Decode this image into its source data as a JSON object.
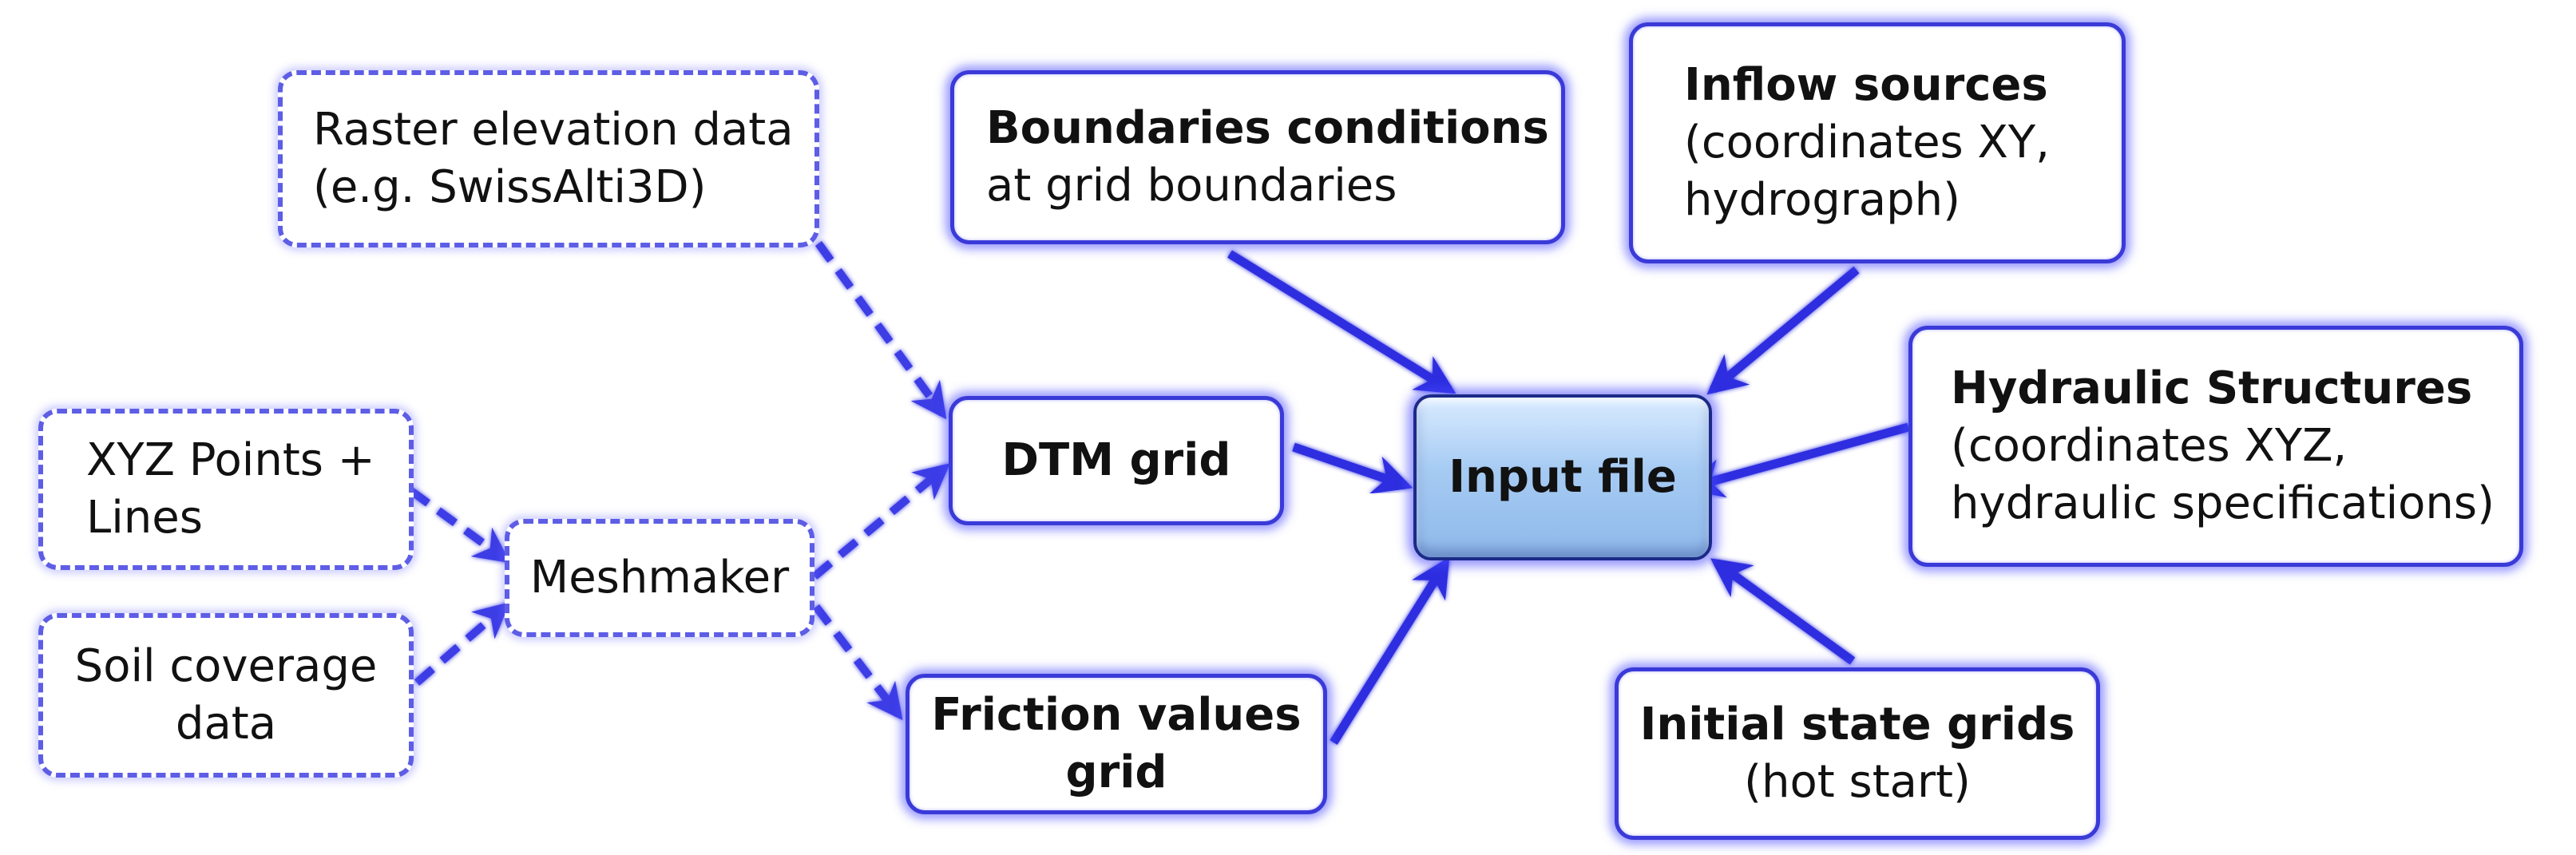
{
  "nodes": {
    "raster": {
      "lines": [
        "Raster elevation data",
        "(e.g. SwissAlti3D)"
      ]
    },
    "xyz": {
      "lines": [
        "XYZ Points +",
        "Lines"
      ]
    },
    "soil": {
      "lines": [
        "Soil coverage",
        "data"
      ]
    },
    "meshmaker": {
      "lines": [
        "Meshmaker"
      ]
    },
    "dtm": {
      "lines": [
        "DTM grid"
      ]
    },
    "friction": {
      "lines": [
        "Friction values",
        "grid"
      ]
    },
    "boundaries": {
      "title": "Boundaries conditions",
      "subtitle": "at grid boundaries"
    },
    "inflow": {
      "title": "Inflow sources",
      "subtitle_lines": [
        "(coordinates XY,",
        "hydrograph)"
      ]
    },
    "hydraulic": {
      "title": "Hydraulic Structures",
      "subtitle_lines": [
        "(coordinates XYZ,",
        "hydraulic specifications)"
      ]
    },
    "initial": {
      "title": "Initial state grids",
      "subtitle": "(hot start)"
    },
    "input": {
      "label": "Input file"
    }
  },
  "colors": {
    "solid_arrow": "#2f2fe0",
    "dashed_arrow": "#3d3de6",
    "glow": "#6b6bff",
    "input_fill_top": "#d9ebff",
    "input_fill_bottom": "#8fb9ea"
  }
}
